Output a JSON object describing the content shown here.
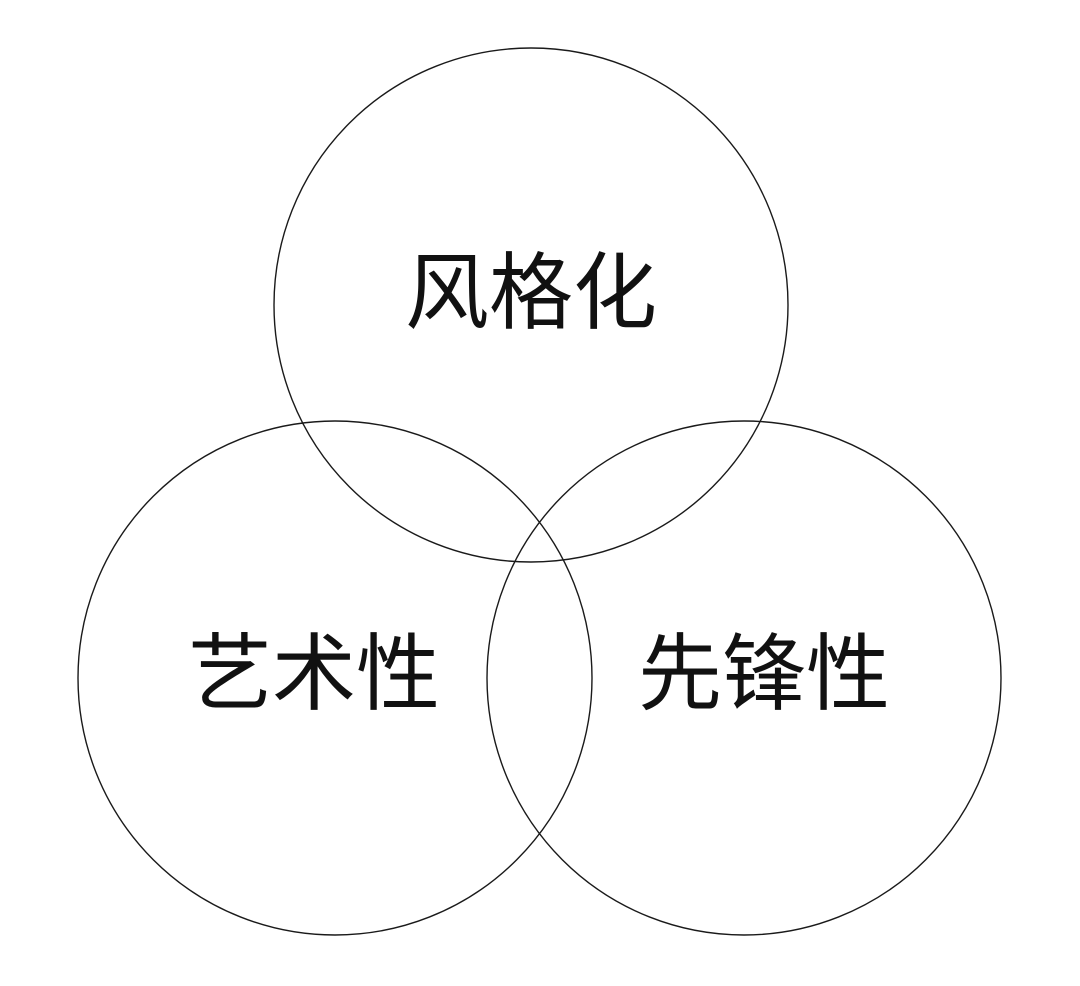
{
  "diagram": {
    "type": "venn",
    "circles": [
      {
        "id": "top",
        "label": "风格化"
      },
      {
        "id": "left",
        "label": "艺术性"
      },
      {
        "id": "right",
        "label": "先锋性"
      }
    ],
    "stroke_color": "#1a1a1a",
    "text_color": "#111111",
    "background": "#ffffff"
  }
}
